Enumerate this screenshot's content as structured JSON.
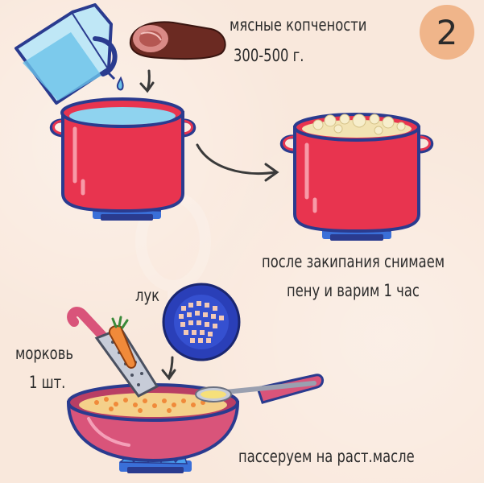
{
  "step": {
    "number": "2"
  },
  "labels": {
    "smoked_meat": "мясные копчености",
    "smoked_meat_amount": "300-500 г.",
    "after_boil_line1": "после закипания снимаем",
    "after_boil_line2": "пену и варим 1 час",
    "onion": "лук",
    "carrot": "морковь",
    "carrot_amount": "1 шт.",
    "saute": "пассеруем на раст.масле"
  },
  "colors": {
    "pot": "#e8344f",
    "water": "#8fd3ef",
    "flame": "#3a6fd8",
    "pan": "#d9547a",
    "plate": "#2a3fb8",
    "carrot": "#f08a3a",
    "step_circle": "#f0b58a"
  }
}
